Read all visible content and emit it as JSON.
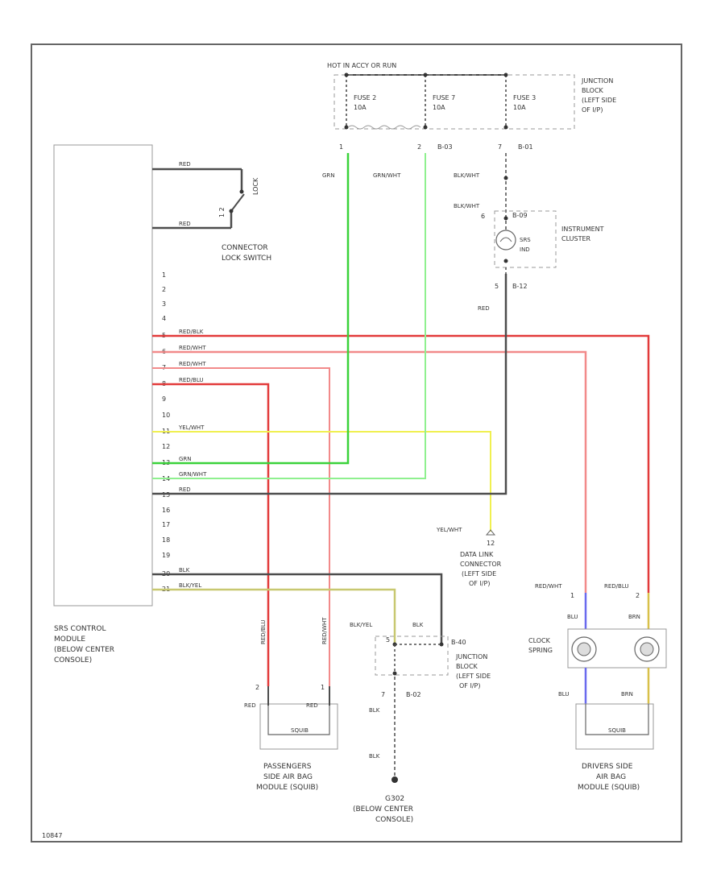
{
  "diagram_id": "10847",
  "bus": {
    "label": "HOT IN ACCY OR RUN"
  },
  "fuses": [
    {
      "name": "FUSE 2",
      "rating": "10A"
    },
    {
      "name": "FUSE 7",
      "rating": "10A"
    },
    {
      "name": "FUSE 3",
      "rating": "10A"
    }
  ],
  "junction_block_top": {
    "line1": "JUNCTION",
    "line2": "BLOCK",
    "line3": "(LEFT SIDE",
    "line4": "OF I/P)"
  },
  "connectors": {
    "top_pin1": "1",
    "top_pin2": "2",
    "b_3": "B-03",
    "top_pin3": "7",
    "b_1": "B-01",
    "cluster_pin_top": "6",
    "cluster_conn_top": "B-09",
    "cluster_pin_bot": "5",
    "cluster_conn_bot": "B-12",
    "dlc_pin": "12",
    "clock_pin1": "1",
    "clock_pin2": "2",
    "pass_pin2": "2",
    "pass_pin1": "1",
    "jb_pin1": "5",
    "jb_conn1": "B-40",
    "jb_pin2": "7",
    "jb_conn2": "B-02"
  },
  "wires": {
    "grn": "GRN",
    "grn_wht": "GRN/WHT",
    "blk_wht_1": "BLK/WHT",
    "blk_wht_2": "BLK/WHT",
    "red_cluster": "RED",
    "red_lock_top": "RED",
    "red_lock_bot": "RED",
    "m5": "RED/BLK",
    "m6": "RED/WHT",
    "m7": "RED/WHT",
    "m8": "RED/BLU",
    "m11": "YEL/WHT",
    "m13": "GRN",
    "m14": "GRN/WHT",
    "m15": "RED",
    "m20": "BLK",
    "m21": "BLK/YEL",
    "dlc_wire": "YEL/WHT",
    "red_wht_clock": "RED/WHT",
    "red_blu_clock": "RED/BLU",
    "blu_top": "BLU",
    "brn_top": "BRN",
    "blu_bot": "BLU",
    "brn_bot": "BRN",
    "pass_left_vert": "RED/BLU",
    "pass_right_vert": "RED/WHT",
    "pass_left_horiz": "RED",
    "pass_right_horiz": "RED",
    "jb_blk_yel": "BLK/YEL",
    "jb_blk": "BLK",
    "g_blk_1": "BLK",
    "g_blk_2": "BLK"
  },
  "srs_module": {
    "line1": "SRS CONTROL",
    "line2": "MODULE",
    "line3": "(BELOW CENTER",
    "line4": "CONSOLE)"
  },
  "lock_switch": {
    "line1": "CONNECTOR",
    "line2": "LOCK SWITCH",
    "contact_label": "LOCK",
    "pins": "1  2"
  },
  "pin_numbers": [
    "1",
    "2",
    "3",
    "4",
    "5",
    "6",
    "7",
    "8",
    "9",
    "10",
    "11",
    "12",
    "13",
    "14",
    "15",
    "16",
    "17",
    "18",
    "19",
    "20",
    "21"
  ],
  "cluster": {
    "line1": "INSTRUMENT",
    "line2": "CLUSTER",
    "lamp_label1": "SRS",
    "lamp_label2": "IND"
  },
  "dlc": {
    "line1": "DATA LINK",
    "line2": "CONNECTOR",
    "line3": "(LEFT SIDE",
    "line4": "OF I/P)"
  },
  "clock_spring": {
    "label1": "CLOCK",
    "label2": "SPRING"
  },
  "junction_block_low": {
    "line1": "JUNCTION",
    "line2": "BLOCK",
    "line3": "(LEFT SIDE",
    "line4": "OF I/P)"
  },
  "passenger_module": {
    "squib": "SQUIB",
    "line1": "PASSENGERS",
    "line2": "SIDE AIR BAG",
    "line3": "MODULE (SQUIB)"
  },
  "driver_module": {
    "squib": "SQUIB",
    "line1": "DRIVERS SIDE",
    "line2": "AIR BAG",
    "line3": "MODULE (SQUIB)"
  },
  "ground": {
    "line1": "G302",
    "line2": "(BELOW CENTER",
    "line3": "CONSOLE)"
  },
  "colors": {
    "frame": "#666666",
    "red": "#e23a3a",
    "lightred": "#f28a8a",
    "green": "#3ad23a",
    "lightgreen": "#8ff08f",
    "yellow": "#f0f050",
    "blue": "#6a6aee",
    "brown": "#d8c04a",
    "dark": "#4d4d4d"
  }
}
